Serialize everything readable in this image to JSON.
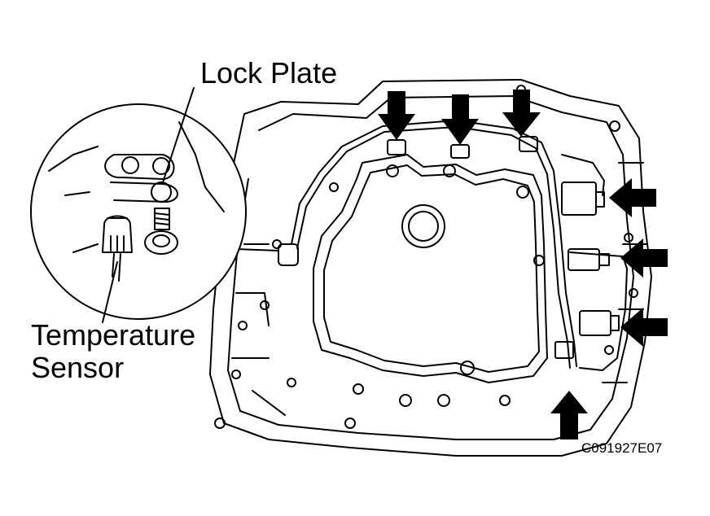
{
  "labels": {
    "lock_plate": "Lock Plate",
    "temperature_line1": "Temperature",
    "temperature_line2": "Sensor",
    "figure_code": "C091927E07"
  },
  "colors": {
    "ink": "#000000",
    "paper": "#ffffff"
  },
  "callout_arrow_count": 7
}
